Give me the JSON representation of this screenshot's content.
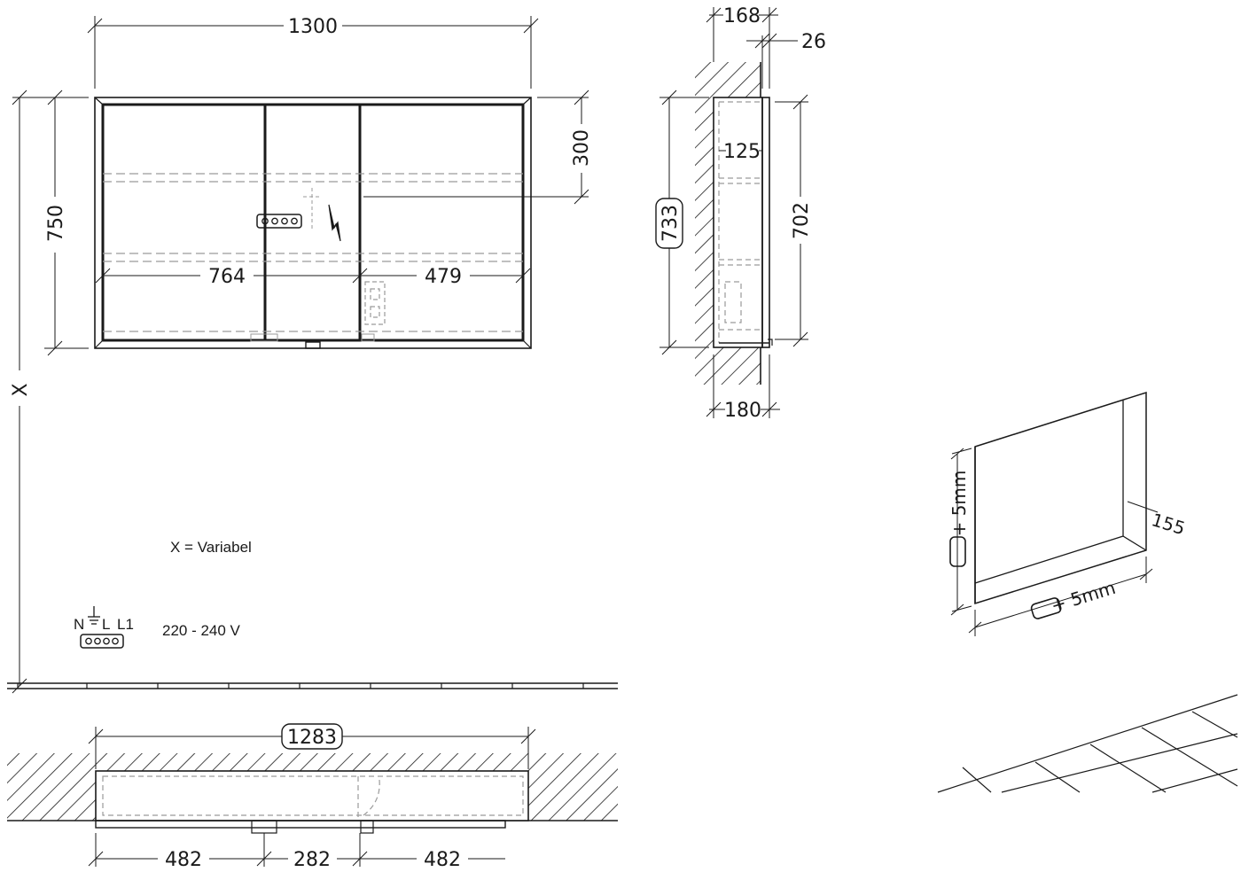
{
  "front_view": {
    "width": "1300",
    "height": "750",
    "top_to_socket": "300",
    "left_inner": "764",
    "right_inner": "479",
    "floor_distance": "X"
  },
  "side_view": {
    "depth_top": "168",
    "front_projection": "26",
    "recess_height": "733",
    "shelf_depth": "125",
    "inner_height": "702",
    "depth_bottom": "180"
  },
  "plan_view": {
    "recess_width": "1283",
    "door_left": "482",
    "door_middle": "282",
    "door_right": "482"
  },
  "niche_view": {
    "allowance_vertical": "+ 5mm",
    "allowance_horizontal": "+ 5mm",
    "niche_depth": "155"
  },
  "notes": {
    "variable": "X = Variabel",
    "wiring_n": "N",
    "wiring_l": "L",
    "wiring_l1": "L1",
    "voltage": "220 - 240 V"
  },
  "colors": {
    "line": "#1a1a1a",
    "hidden": "#9a9a9a",
    "hatch": "#1a1a1a"
  },
  "icons": [
    "electric-socket-icon",
    "lightning-bolt-icon",
    "earth-ground-icon"
  ]
}
